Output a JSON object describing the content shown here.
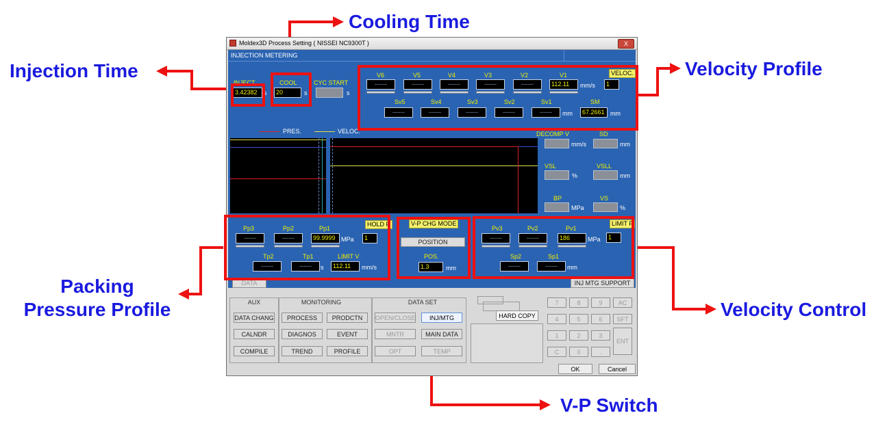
{
  "callouts": {
    "injection_time": "Injection Time",
    "cooling_time": "Cooling Time",
    "velocity_profile": "Velocity Profile",
    "packing_line1": "Packing",
    "packing_line2": "Pressure Profile",
    "velocity_control": "Velocity Control",
    "vp_switch": "V-P Switch"
  },
  "window": {
    "title": "Moldex3D Process Setting ( NISSEI NC9300T )",
    "close": "X",
    "tab": "INJECTION METERING"
  },
  "timing": {
    "inject_label": "INJECT",
    "inject_value": "3.42382",
    "inject_unit": "s",
    "cool_label": "COOL",
    "cool_value": "20",
    "cool_unit": "s",
    "cyc_label": "CYC START",
    "cyc_unit": "s"
  },
  "velocity": {
    "v_labels": [
      "V6",
      "V5",
      "V4",
      "V3",
      "V2",
      "V1"
    ],
    "v_values": [
      "------",
      "------",
      "------",
      "------",
      "------",
      "112.11"
    ],
    "v_unit": "mm/s",
    "tag": "VELOC.",
    "tag_value": "1",
    "s_labels": [
      "Sv5",
      "Sv4",
      "Sv3",
      "Sv2",
      "Sv1"
    ],
    "s_values": [
      "------",
      "------",
      "------",
      "------",
      "------"
    ],
    "s_unit": "mm",
    "sm_label": "SM",
    "sm_value": "67.2661",
    "sm_unit": "mm"
  },
  "legend": {
    "pres": "PRES.",
    "veloc": "VELOC."
  },
  "right_fields": {
    "decomp_v": "DECOMP V",
    "decomp_unit": "mm/s",
    "sd": "SD",
    "sd_unit": "mm",
    "vsl": "VSL",
    "vsl_unit": "%",
    "vsll": "VSLL",
    "vsll_unit": "mm",
    "bp": "BP",
    "bp_unit": "MPa",
    "vs": "VS",
    "vs_unit": "%"
  },
  "hold": {
    "p_labels": [
      "Pp3",
      "Pp2",
      "Pp1"
    ],
    "p_values": [
      "------",
      "------",
      "99.9999"
    ],
    "p_unit": "MPa",
    "tag": "HOLD P",
    "tag_value": "1",
    "t_labels": [
      "Tp2",
      "Tp1"
    ],
    "t_values": [
      "------",
      "------"
    ],
    "t_unit": "s",
    "limit_label": "LIMIT V",
    "limit_value": "112.11",
    "limit_unit": "mm/s"
  },
  "vp": {
    "title": "V-P CHG MODE",
    "button": "POSITION",
    "pos_label": "POS.",
    "pos_value": "1.3",
    "pos_unit": "mm"
  },
  "limit": {
    "p_labels": [
      "Pv3",
      "Pv2",
      "Pv1"
    ],
    "p_values": [
      "------",
      "------",
      "186"
    ],
    "p_unit": "MPa",
    "tag": "LIMIT P",
    "tag_value": "1",
    "s_labels": [
      "Sp2",
      "Sp1"
    ],
    "s_values": [
      "------",
      "------"
    ],
    "s_unit": "mm"
  },
  "tabs": {
    "data": "DATA",
    "support": "INJ MTG SUPPORT"
  },
  "groups": {
    "aux": {
      "title": "AUX",
      "items": [
        "DATA CHANG",
        "CALNDR",
        "COMPILE"
      ]
    },
    "monitoring": {
      "title": "MONITORING",
      "items": [
        "PROCESS",
        "PRODCTN",
        "DIAGNOS",
        "EVENT",
        "TREND",
        "PROFILE"
      ]
    },
    "dataset": {
      "title": "DATA SET",
      "items": [
        "OPEN/CLOSE",
        "INJ/MTG",
        "MNTR",
        "MAIN DATA",
        "OPT",
        "TEMP"
      ]
    }
  },
  "hardcopy": "HARD COPY",
  "keypad": [
    "7",
    "8",
    "9",
    "AC",
    "4",
    "5",
    "6",
    "SFT",
    "1",
    "2",
    "3",
    "ENT",
    "C",
    "0",
    "."
  ],
  "buttons": {
    "ok": "OK",
    "cancel": "Cancel"
  }
}
